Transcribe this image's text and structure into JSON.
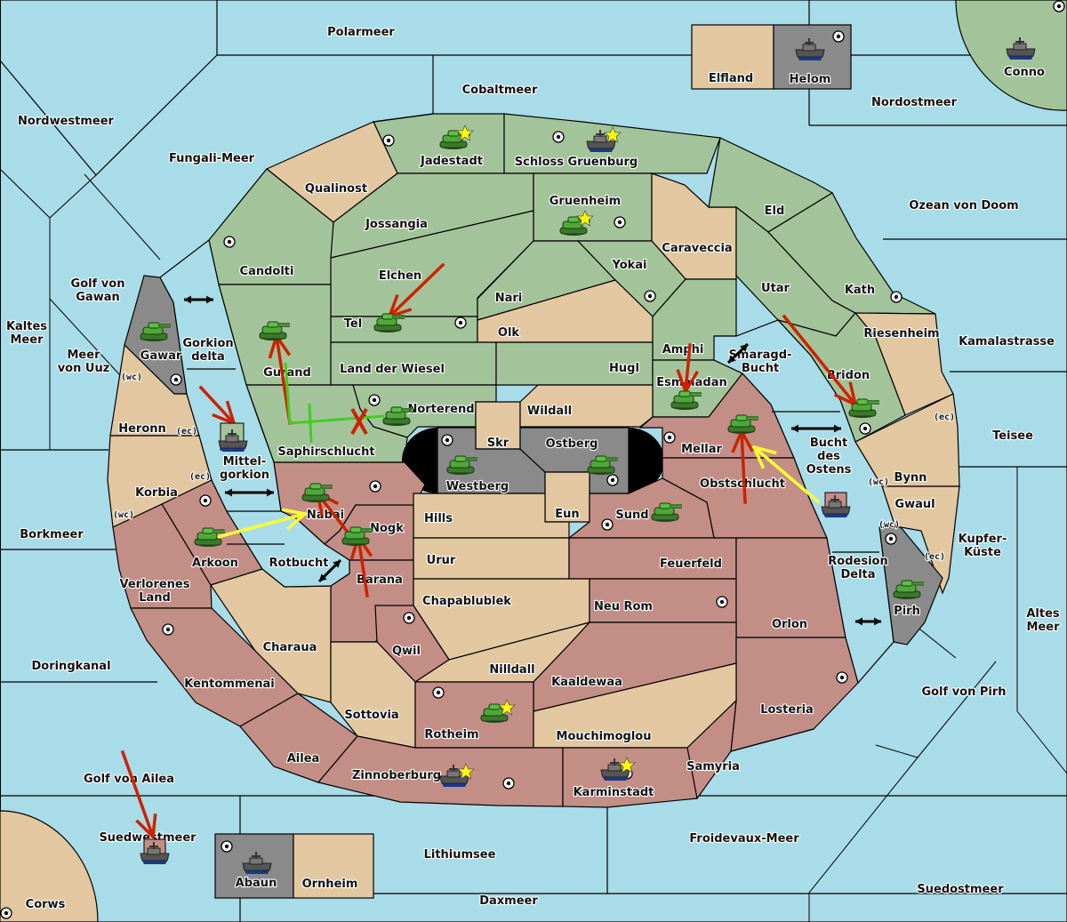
{
  "app": {
    "title": "Diplomacy map — Orders"
  },
  "colors": {
    "sea": "#a8dce8",
    "green_power": "#a3c49a",
    "red_power": "#c38e86",
    "neutral": "#e2c7a0",
    "impassable": "#8a8a8a",
    "order_move": "#cc2200",
    "order_support": "#ffff33",
    "order_convoy": "#44cc22",
    "order_failed": "#cc2200",
    "star": "#ffff00"
  },
  "seas": [
    {
      "id": "polarmeer",
      "name": "Polarmeer"
    },
    {
      "id": "cobaltmeer",
      "name": "Cobaltmeer"
    },
    {
      "id": "nordwestmeer",
      "name": "Nordwestmeer"
    },
    {
      "id": "fungali",
      "name": "Fungali-Meer"
    },
    {
      "id": "nordostmeer",
      "name": "Nordostmeer"
    },
    {
      "id": "ozean",
      "name": "Ozean von Doom"
    },
    {
      "id": "kamalastrasse",
      "name": "Kamalastrasse"
    },
    {
      "id": "teisee",
      "name": "Teisee"
    },
    {
      "id": "kupfer",
      "name": "Kupfer-\nKüste"
    },
    {
      "id": "altes",
      "name": "Altes\nMeer"
    },
    {
      "id": "golfpirh",
      "name": "Golf von Pirh"
    },
    {
      "id": "suedostmeer",
      "name": "Suedostmeer"
    },
    {
      "id": "froidevaux",
      "name": "Froidevaux-Meer"
    },
    {
      "id": "daxmeer",
      "name": "Daxmeer"
    },
    {
      "id": "lithiumsee",
      "name": "Lithiumsee"
    },
    {
      "id": "suedwestmeer",
      "name": "Suedwestmeer"
    },
    {
      "id": "golfailea",
      "name": "Golf von Ailea"
    },
    {
      "id": "doringkanal",
      "name": "Doringkanal"
    },
    {
      "id": "borkmeer",
      "name": "Borkmeer"
    },
    {
      "id": "kaltes",
      "name": "Kaltes\nMeer"
    },
    {
      "id": "uuz",
      "name": "Meer\nvon Uuz"
    },
    {
      "id": "golfgawan",
      "name": "Golf von\nGawan"
    },
    {
      "id": "gorkiondelta",
      "name": "Gorkion\ndelta"
    },
    {
      "id": "mittelgorkion",
      "name": "Mittel-\ngorkion"
    },
    {
      "id": "rotbucht",
      "name": "Rotbucht"
    },
    {
      "id": "smaragd",
      "name": "Smaragd-\nBucht"
    },
    {
      "id": "buchtostens",
      "name": "Bucht\ndes\nOstens"
    },
    {
      "id": "rodesion",
      "name": "Rodesion\nDelta"
    }
  ],
  "territories": [
    {
      "id": "jadestadt",
      "name": "Jadestadt",
      "owner": "green",
      "supply": true
    },
    {
      "id": "schloss",
      "name": "Schloss Gruenburg",
      "owner": "green",
      "supply": true
    },
    {
      "id": "qualinost",
      "name": "Qualinost",
      "owner": "neutral",
      "supply": false
    },
    {
      "id": "jossangia",
      "name": "Jossangia",
      "owner": "green",
      "supply": false
    },
    {
      "id": "gruenheim",
      "name": "Gruenheim",
      "owner": "green",
      "supply": true
    },
    {
      "id": "caraveccia",
      "name": "Caraveccia",
      "owner": "neutral",
      "supply": false
    },
    {
      "id": "eld",
      "name": "Eld",
      "owner": "green",
      "supply": false
    },
    {
      "id": "candolti",
      "name": "Candolti",
      "owner": "green",
      "supply": true
    },
    {
      "id": "elchen",
      "name": "Elchen",
      "owner": "green",
      "supply": false
    },
    {
      "id": "nari",
      "name": "Nari",
      "owner": "green",
      "supply": false
    },
    {
      "id": "yokai",
      "name": "Yokai",
      "owner": "green",
      "supply": true
    },
    {
      "id": "utar",
      "name": "Utar",
      "owner": "green",
      "supply": false
    },
    {
      "id": "kath",
      "name": "Kath",
      "owner": "green",
      "supply": true
    },
    {
      "id": "tel",
      "name": "Tel",
      "owner": "green",
      "supply": true
    },
    {
      "id": "olk",
      "name": "Olk",
      "owner": "neutral",
      "supply": false
    },
    {
      "id": "amphi",
      "name": "Amphi",
      "owner": "green",
      "supply": false
    },
    {
      "id": "riesenheim",
      "name": "Riesenheim",
      "owner": "neutral",
      "supply": false
    },
    {
      "id": "gurand",
      "name": "Gurand",
      "owner": "green",
      "supply": false
    },
    {
      "id": "landwiesel",
      "name": "Land der Wiesel",
      "owner": "green",
      "supply": false
    },
    {
      "id": "hugl",
      "name": "Hugl",
      "owner": "green",
      "supply": false
    },
    {
      "id": "esmaladan",
      "name": "Esmaladan",
      "owner": "green",
      "supply": false
    },
    {
      "id": "bridon",
      "name": "Bridon",
      "owner": "green",
      "supply": true
    },
    {
      "id": "norterend",
      "name": "Norterend",
      "owner": "green",
      "supply": true
    },
    {
      "id": "saphirschlucht",
      "name": "Saphirschlucht",
      "owner": "green",
      "supply": false
    },
    {
      "id": "skr",
      "name": "Skr",
      "owner": "neutral",
      "supply": false
    },
    {
      "id": "wildall",
      "name": "Wildall",
      "owner": "neutral",
      "supply": false
    },
    {
      "id": "westberg",
      "name": "Westberg",
      "owner": "impassable",
      "supply": true
    },
    {
      "id": "ostberg",
      "name": "Ostberg",
      "owner": "impassable",
      "supply": true
    },
    {
      "id": "mellar",
      "name": "Mellar",
      "owner": "red",
      "supply": true
    },
    {
      "id": "obstschlucht",
      "name": "Obstschlucht",
      "owner": "red",
      "supply": false
    },
    {
      "id": "eun",
      "name": "Eun",
      "owner": "neutral",
      "supply": false
    },
    {
      "id": "sund",
      "name": "Sund",
      "owner": "red",
      "supply": true
    },
    {
      "id": "gawar",
      "name": "Gawar",
      "owner": "impassable",
      "supply": true
    },
    {
      "id": "heronn",
      "name": "Heronn",
      "owner": "neutral",
      "supply": false
    },
    {
      "id": "korbia",
      "name": "Korbia",
      "owner": "neutral",
      "supply": false
    },
    {
      "id": "nabai",
      "name": "Nabai",
      "owner": "red",
      "supply": true
    },
    {
      "id": "hills",
      "name": "Hills",
      "owner": "neutral",
      "supply": false
    },
    {
      "id": "nogk",
      "name": "Nogk",
      "owner": "red",
      "supply": false
    },
    {
      "id": "arkoon",
      "name": "Arkoon",
      "owner": "red",
      "supply": true
    },
    {
      "id": "urur",
      "name": "Urur",
      "owner": "neutral",
      "supply": false
    },
    {
      "id": "feuerfeld",
      "name": "Feuerfeld",
      "owner": "red",
      "supply": false
    },
    {
      "id": "barana",
      "name": "Barana",
      "owner": "red",
      "supply": false
    },
    {
      "id": "verlorenes",
      "name": "Verlorenes\nLand",
      "owner": "red",
      "supply": false
    },
    {
      "id": "chapablublek",
      "name": "Chapablublek",
      "owner": "neutral",
      "supply": false
    },
    {
      "id": "neurom",
      "name": "Neu Rom",
      "owner": "red",
      "supply": true
    },
    {
      "id": "charaua",
      "name": "Charaua",
      "owner": "neutral",
      "supply": false
    },
    {
      "id": "qwil",
      "name": "Qwil",
      "owner": "red",
      "supply": true
    },
    {
      "id": "nilldall",
      "name": "Nilldall",
      "owner": "neutral",
      "supply": false
    },
    {
      "id": "orlon",
      "name": "Orlon",
      "owner": "red",
      "supply": false
    },
    {
      "id": "kentommenai",
      "name": "Kentommenai",
      "owner": "red",
      "supply": true
    },
    {
      "id": "kaaldewaa",
      "name": "Kaaldewaa",
      "owner": "red",
      "supply": false
    },
    {
      "id": "losteria",
      "name": "Losteria",
      "owner": "red",
      "supply": true
    },
    {
      "id": "sottovia",
      "name": "Sottovia",
      "owner": "neutral",
      "supply": false
    },
    {
      "id": "rotheim",
      "name": "Rotheim",
      "owner": "red",
      "supply": true
    },
    {
      "id": "mouchimoglou",
      "name": "Mouchimoglou",
      "owner": "neutral",
      "supply": false
    },
    {
      "id": "ailea",
      "name": "Ailea",
      "owner": "red",
      "supply": false
    },
    {
      "id": "samyria",
      "name": "Samyria",
      "owner": "red",
      "supply": false
    },
    {
      "id": "zinnoberburg",
      "name": "Zinnoberburg",
      "owner": "red",
      "supply": true
    },
    {
      "id": "karminstadt",
      "name": "Karminstadt",
      "owner": "red",
      "supply": true
    },
    {
      "id": "bynn",
      "name": "Bynn",
      "owner": "neutral",
      "supply": false
    },
    {
      "id": "gwaul",
      "name": "Gwaul",
      "owner": "neutral",
      "supply": false
    },
    {
      "id": "pirh",
      "name": "Pirh",
      "owner": "impassable",
      "supply": true
    },
    {
      "id": "elfland",
      "name": "Elfland",
      "owner": "neutral",
      "supply": false
    },
    {
      "id": "helom",
      "name": "Helom",
      "owner": "impassable",
      "supply": true
    },
    {
      "id": "conno",
      "name": "Conno",
      "owner": "green",
      "supply": true
    },
    {
      "id": "abaun",
      "name": "Abaun",
      "owner": "impassable",
      "supply": true
    },
    {
      "id": "ornheim",
      "name": "Ornheim",
      "owner": "neutral",
      "supply": false
    },
    {
      "id": "corws",
      "name": "Corws",
      "owner": "neutral",
      "supply": true
    }
  ],
  "coast_labels": [
    {
      "id": "gawar-wc",
      "text": "(wc)"
    },
    {
      "id": "heronn-ec",
      "text": "(ec)"
    },
    {
      "id": "korbia-ec",
      "text": "(ec)"
    },
    {
      "id": "korbia-wc",
      "text": "(wc)"
    },
    {
      "id": "bynn-ec",
      "text": "(ec)"
    },
    {
      "id": "bynn-wc",
      "text": "(wc)"
    },
    {
      "id": "gwaul-wc",
      "text": "(wc)"
    },
    {
      "id": "gwaul-ec",
      "text": "(ec)"
    }
  ],
  "units": [
    {
      "id": "u1",
      "type": "army",
      "location": "Jadestadt",
      "home": true
    },
    {
      "id": "u2",
      "type": "fleet",
      "location": "Schloss Gruenburg",
      "home": true
    },
    {
      "id": "u3",
      "type": "army",
      "location": "Gruenheim",
      "home": true
    },
    {
      "id": "u4",
      "type": "army",
      "location": "Tel",
      "home": false
    },
    {
      "id": "u5",
      "type": "army",
      "location": "Gurand",
      "home": false
    },
    {
      "id": "u6",
      "type": "army",
      "location": "Norterend",
      "home": false
    },
    {
      "id": "u7",
      "type": "army",
      "location": "Esmaladan",
      "home": false
    },
    {
      "id": "u8",
      "type": "army",
      "location": "Bridon",
      "home": false
    },
    {
      "id": "u9",
      "type": "army",
      "location": "Gawar",
      "home": false
    },
    {
      "id": "u10",
      "type": "fleet",
      "location": "Gorkion delta (dislodged)",
      "home": false
    },
    {
      "id": "u11",
      "type": "army",
      "location": "Westberg",
      "home": false
    },
    {
      "id": "u12",
      "type": "army",
      "location": "Ostberg",
      "home": false
    },
    {
      "id": "u13",
      "type": "army",
      "location": "Mellar",
      "home": false
    },
    {
      "id": "u14",
      "type": "army",
      "location": "Sund",
      "home": false
    },
    {
      "id": "u15",
      "type": "army",
      "location": "Nabai",
      "home": false
    },
    {
      "id": "u16",
      "type": "army",
      "location": "Nogk",
      "home": false
    },
    {
      "id": "u17",
      "type": "army",
      "location": "Arkoon",
      "home": false
    },
    {
      "id": "u18",
      "type": "fleet",
      "location": "Bucht des Ostens",
      "home": false
    },
    {
      "id": "u19",
      "type": "army",
      "location": "Pirh",
      "home": false
    },
    {
      "id": "u20",
      "type": "army",
      "location": "Rotheim",
      "home": true
    },
    {
      "id": "u21",
      "type": "fleet",
      "location": "Zinnoberburg",
      "home": true
    },
    {
      "id": "u22",
      "type": "fleet",
      "location": "Karminstadt",
      "home": true
    },
    {
      "id": "u23",
      "type": "fleet",
      "location": "Helom",
      "home": false
    },
    {
      "id": "u24",
      "type": "fleet",
      "location": "Conno",
      "home": false
    },
    {
      "id": "u25",
      "type": "fleet",
      "location": "Suedwestmeer",
      "home": false
    },
    {
      "id": "u26",
      "type": "fleet",
      "location": "Abaun",
      "home": false
    }
  ],
  "orders": [
    {
      "from": "Elchen",
      "to": "Tel",
      "kind": "move"
    },
    {
      "from": "Saphirschlucht",
      "to": "Gurand",
      "kind": "move"
    },
    {
      "from": "Norterend",
      "to": "Saphirschlucht",
      "kind": "convoy-failed"
    },
    {
      "from": "Gorkion delta",
      "to": "Mittelgorkion",
      "kind": "move"
    },
    {
      "from": "Amphi",
      "to": "Esmaladan",
      "kind": "move"
    },
    {
      "from": "Utar",
      "to": "Bridon",
      "kind": "move"
    },
    {
      "from": "Obstschlucht",
      "to": "Mellar",
      "kind": "move"
    },
    {
      "from": "Bucht des Ostens",
      "to": "Obstschlucht",
      "kind": "support"
    },
    {
      "from": "Arkoon",
      "to": "Nabai",
      "kind": "support"
    },
    {
      "from": "Nogk",
      "to": "Nabai",
      "kind": "move"
    },
    {
      "from": "Barana",
      "to": "Nogk",
      "kind": "move"
    },
    {
      "from": "Golf von Ailea",
      "to": "Suedwestmeer",
      "kind": "move"
    }
  ]
}
